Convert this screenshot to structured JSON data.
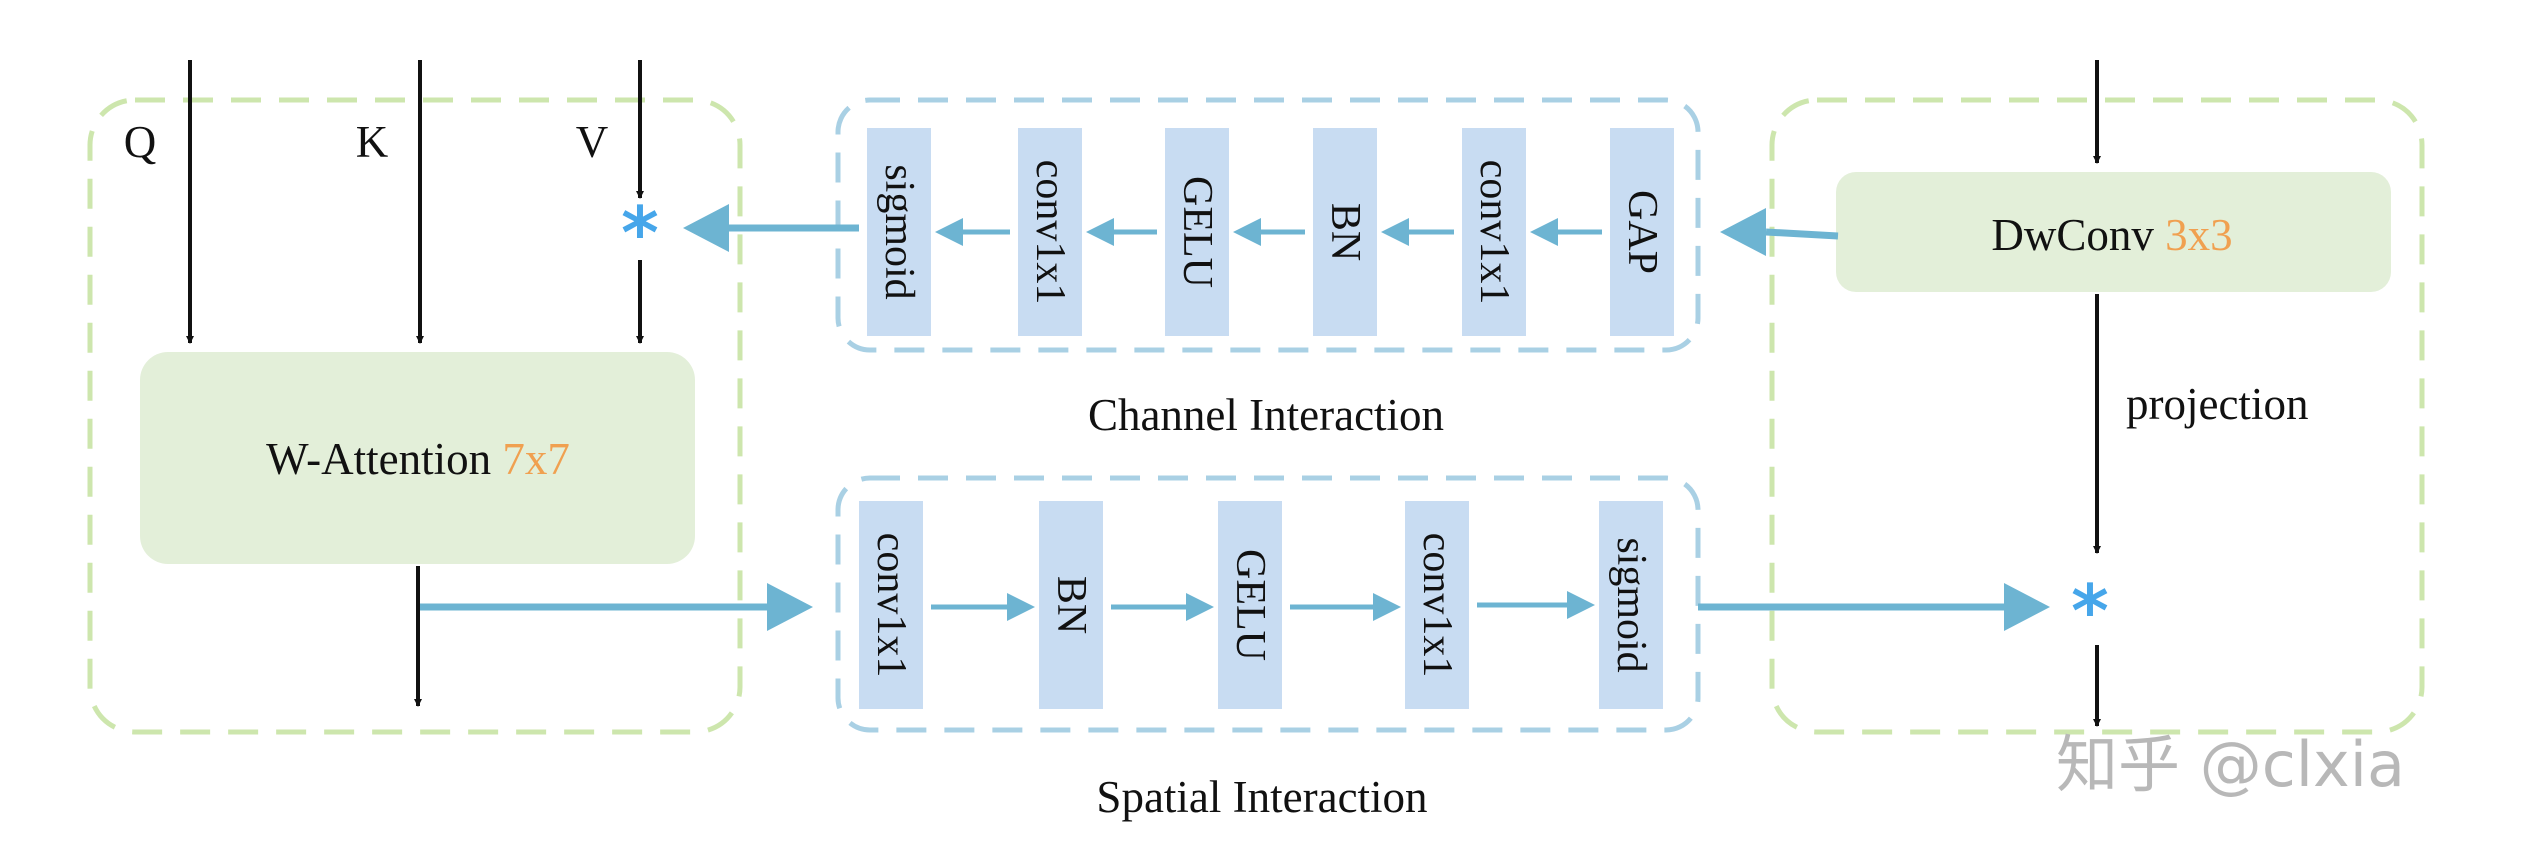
{
  "colors": {
    "black_arrow": "#111111",
    "blue_arrow": "#6db4d2",
    "green_dash": "#cde6ad",
    "blue_dash": "#a9d0e4",
    "green_box": "#e3efd9",
    "blue_block": "#c8dcf2",
    "orange_text": "#f0a050",
    "star_blue": "#46a6ea",
    "watermark": "#b8b8b8"
  },
  "inputs": {
    "q": "Q",
    "k": "K",
    "v": "V"
  },
  "operator_symbol": "*",
  "w_attention": {
    "name": "W-Attention",
    "kernel": "7x7"
  },
  "dwconv": {
    "name": "DwConv",
    "kernel": "3x3"
  },
  "projection_label": "projection",
  "channel_interaction": {
    "label": "Channel Interaction",
    "blocks": [
      "GAP",
      "conv1x1",
      "BN",
      "GELU",
      "conv1x1",
      "sigmoid"
    ]
  },
  "spatial_interaction": {
    "label": "Spatial Interaction",
    "blocks": [
      "conv1x1",
      "BN",
      "GELU",
      "conv1x1",
      "sigmoid"
    ]
  },
  "watermark": "知乎 @clxia"
}
